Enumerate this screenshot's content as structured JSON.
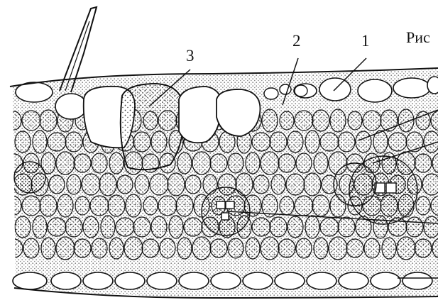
{
  "caption": "Рис",
  "labels": [
    "1",
    "2",
    "3"
  ],
  "colors": {
    "ink": "#111111",
    "stipple": "#3a3a3a",
    "background": "#ffffff"
  }
}
